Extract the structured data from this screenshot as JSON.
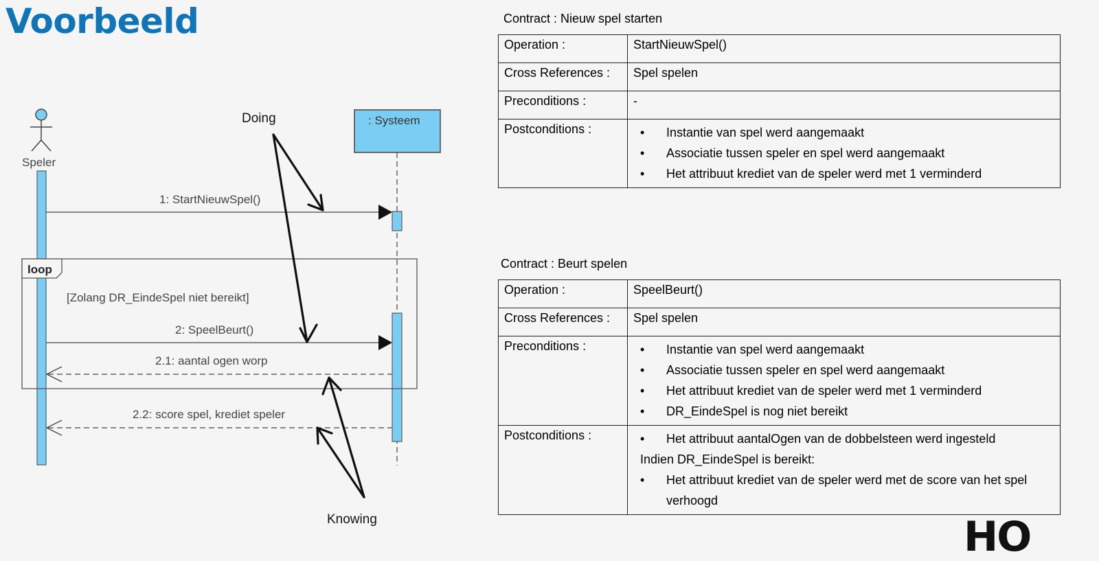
{
  "page_title": "Voorbeeld",
  "sequence_diagram": {
    "actor_label": "Speler",
    "system_label": ": Systeem",
    "messages": {
      "m1": "1: StartNieuwSpel()",
      "m2": "2: SpeelBeurt()",
      "m21": "2.1: aantal ogen worp",
      "m22": "2.2: score spel, krediet speler"
    },
    "loop_label": "loop",
    "loop_guard": "[Zolang DR_EindeSpel niet bereikt]",
    "annotation_doing": "Doing",
    "annotation_knowing": "Knowing"
  },
  "contract1": {
    "title": "Contract : Nieuw spel starten",
    "operation_label": "Operation :",
    "operation_value": "StartNieuwSpel()",
    "crossref_label": "Cross References :",
    "crossref_value": "Spel spelen",
    "pre_label": "Preconditions :",
    "pre_value": "-",
    "post_label": "Postconditions :",
    "post_items": [
      "Instantie van spel werd aangemaakt",
      "Associatie tussen speler en spel werd aangemaakt",
      "Het attribuut krediet van de speler werd met 1 verminderd"
    ]
  },
  "contract2": {
    "title": "Contract : Beurt spelen",
    "operation_label": "Operation :",
    "operation_value": "SpeelBeurt()",
    "crossref_label": "Cross References :",
    "crossref_value": "Spel spelen",
    "pre_label": "Preconditions :",
    "pre_items": [
      "Instantie van spel werd aangemaakt",
      "Associatie tussen speler en spel werd aangemaakt",
      "Het attribuut krediet van de speler werd met 1 verminderd",
      "DR_EindeSpel is nog niet bereikt"
    ],
    "post_label": "Postconditions :",
    "post_item_1": "Het attribuut aantalOgen van de dobbelsteen werd ingesteld",
    "post_condition": "Indien DR_EindeSpel is bereikt:",
    "post_item_2": "Het attribuut krediet van de speler werd met de score van het spel verhoogd"
  },
  "logo_text": "HO",
  "colors": {
    "title_blue": "#1274b4",
    "uml_fill": "#7ccdf4",
    "background": "#f5f5f5"
  }
}
